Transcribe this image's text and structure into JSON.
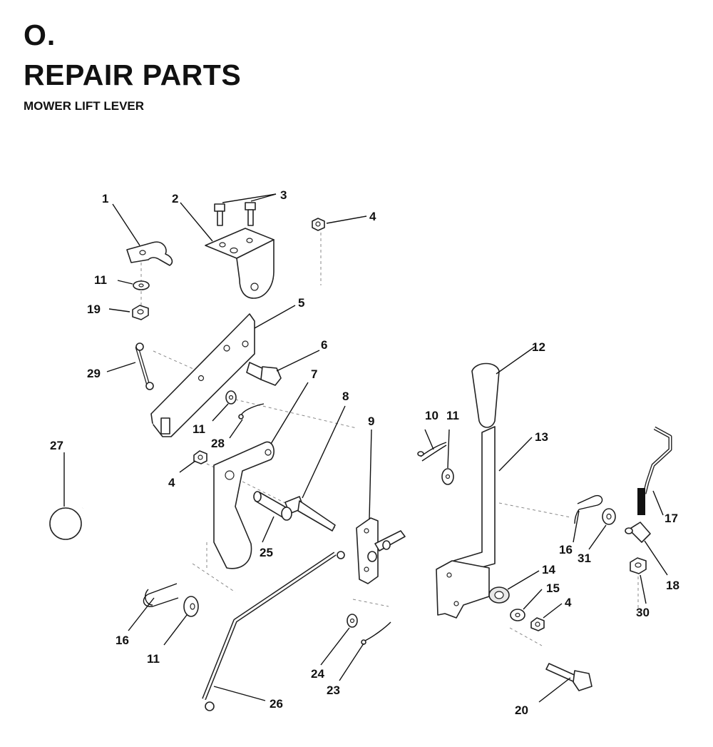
{
  "header": {
    "section_letter": "O.",
    "title": "REPAIR PARTS",
    "subtitle": "MOWER LIFT LEVER"
  },
  "callouts": [
    {
      "id": "c1",
      "label": "1"
    },
    {
      "id": "c2",
      "label": "2"
    },
    {
      "id": "c3",
      "label": "3"
    },
    {
      "id": "c4a",
      "label": "4"
    },
    {
      "id": "c5",
      "label": "5"
    },
    {
      "id": "c6",
      "label": "6"
    },
    {
      "id": "c7",
      "label": "7"
    },
    {
      "id": "c8",
      "label": "8"
    },
    {
      "id": "c9",
      "label": "9"
    },
    {
      "id": "c10",
      "label": "10"
    },
    {
      "id": "c11a",
      "label": "11"
    },
    {
      "id": "c11b",
      "label": "11"
    },
    {
      "id": "c11c",
      "label": "11"
    },
    {
      "id": "c11d",
      "label": "11"
    },
    {
      "id": "c12",
      "label": "12"
    },
    {
      "id": "c13",
      "label": "13"
    },
    {
      "id": "c14",
      "label": "14"
    },
    {
      "id": "c15",
      "label": "15"
    },
    {
      "id": "c4b",
      "label": "4"
    },
    {
      "id": "c4c",
      "label": "4"
    },
    {
      "id": "c16a",
      "label": "16"
    },
    {
      "id": "c16b",
      "label": "16"
    },
    {
      "id": "c17",
      "label": "17"
    },
    {
      "id": "c18",
      "label": "18"
    },
    {
      "id": "c19",
      "label": "19"
    },
    {
      "id": "c20",
      "label": "20"
    },
    {
      "id": "c23",
      "label": "23"
    },
    {
      "id": "c24",
      "label": "24"
    },
    {
      "id": "c25",
      "label": "25"
    },
    {
      "id": "c26",
      "label": "26"
    },
    {
      "id": "c27",
      "label": "27"
    },
    {
      "id": "c28",
      "label": "28"
    },
    {
      "id": "c29",
      "label": "29"
    },
    {
      "id": "c30",
      "label": "30"
    },
    {
      "id": "c31",
      "label": "31"
    }
  ]
}
